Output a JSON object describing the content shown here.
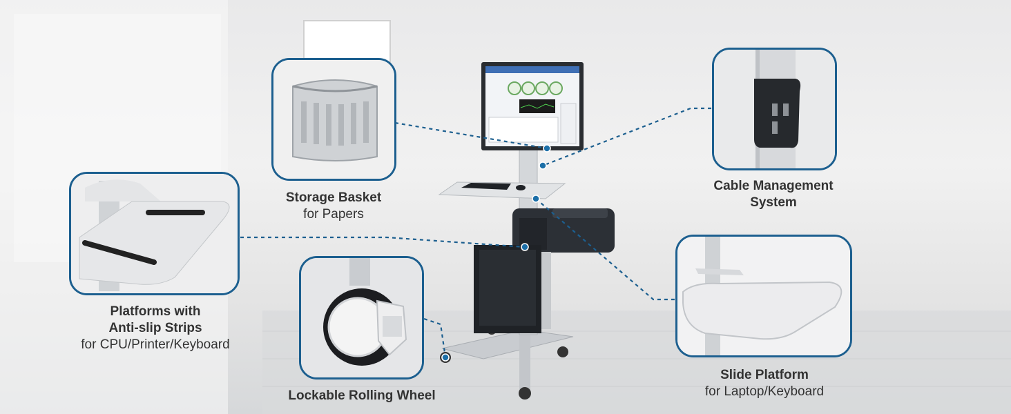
{
  "features": {
    "storage_basket": {
      "title": "Storage Basket",
      "subtitle": "for Papers"
    },
    "cable_management": {
      "title_line1": "Cable Management",
      "title_line2": "System"
    },
    "platforms": {
      "title_line1": "Platforms with",
      "title_line2": "Anti-slip Strips",
      "subtitle": "for CPU/Printer/Keyboard"
    },
    "rolling_wheel": {
      "title": "Lockable Rolling Wheel"
    },
    "slide_platform": {
      "title": "Slide Platform",
      "subtitle": "for Laptop/Keyboard"
    }
  },
  "colors": {
    "accent": "#1c5f8f",
    "frame": "#bfc3c7",
    "device": "#2c3036",
    "background": "#efefef"
  }
}
